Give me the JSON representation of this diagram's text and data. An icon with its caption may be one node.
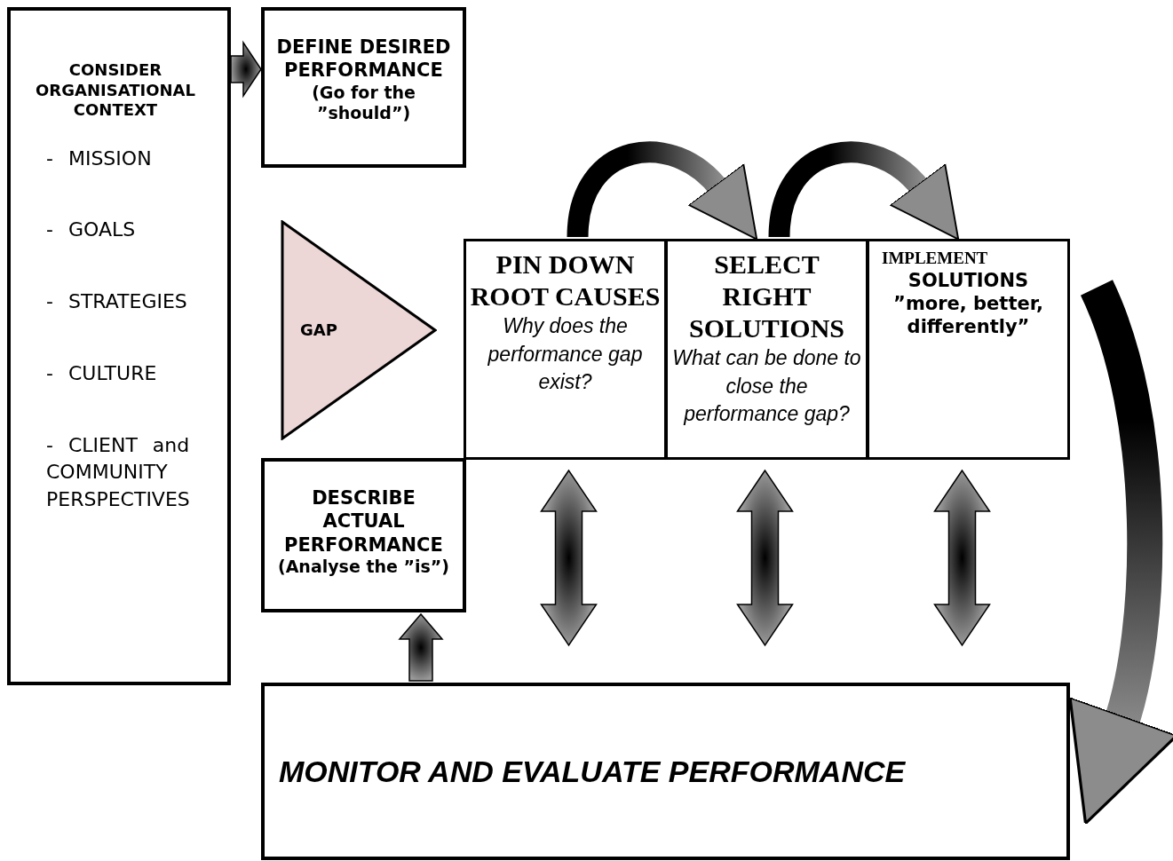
{
  "diagram": {
    "nodes": [
      {
        "text": [
          "CONSIDER ORGANISATIONAL CONTEXT",
          "- MISSION",
          "- GOALS",
          "- STRATEGIES",
          "- CULTURE",
          "- CLIENT and COMMUNITY PERSPECTIVES"
        ]
      },
      {
        "text": [
          "DEFINE DESIRED PERFORMANCE",
          "(Go for the ”should”)"
        ]
      },
      {
        "text": [
          "GAP"
        ]
      },
      {
        "text": [
          "PIN DOWN ROOT CAUSES",
          "Why does the performance gap exist?"
        ]
      },
      {
        "text": [
          "SELECT RIGHT SOLUTIONS",
          "What can be done to close the performance gap?"
        ]
      },
      {
        "text": [
          "IMPLEMENT",
          "SOLUTIONS",
          "”more, better, differently”"
        ]
      },
      {
        "text": [
          "DESCRIBE ACTUAL PERFORMANCE",
          "(Analyse the ”is”)"
        ]
      },
      {
        "text": [
          "MONITOR AND EVALUATE PERFORMANCE"
        ]
      }
    ],
    "edges": [
      {
        "from": 0,
        "to": 1,
        "arrow": "to"
      },
      {
        "from": 3,
        "to": 4,
        "arrow": "to"
      },
      {
        "from": 4,
        "to": 5,
        "arrow": "to"
      },
      {
        "from": 5,
        "to": 7,
        "arrow": "to"
      },
      {
        "from": 7,
        "to": 6,
        "arrow": "to"
      },
      {
        "from": 3,
        "to": 7,
        "arrow": "both"
      },
      {
        "from": 4,
        "to": 7,
        "arrow": "both"
      },
      {
        "from": 5,
        "to": 7,
        "arrow": "both"
      }
    ]
  }
}
